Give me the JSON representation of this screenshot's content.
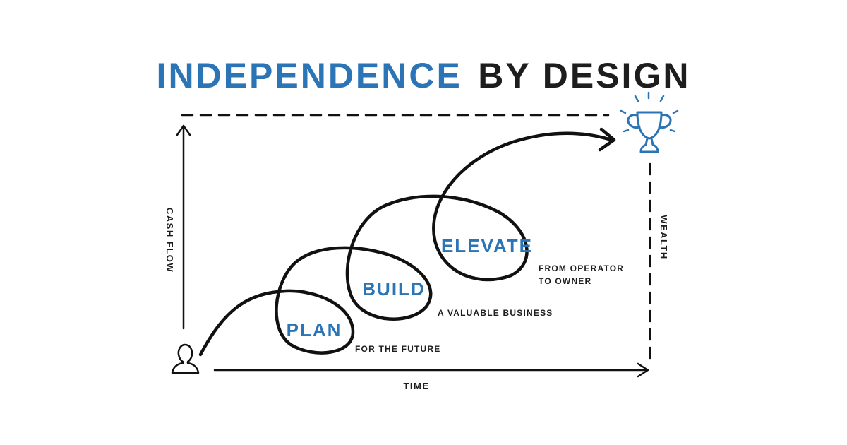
{
  "title": {
    "part1": "INDEPENDENCE",
    "part2": "BY DESIGN"
  },
  "axes": {
    "y_left": "CASH FLOW",
    "x_bottom": "TIME",
    "y_right": "WEALTH"
  },
  "stages": [
    {
      "label": "PLAN",
      "caption_lines": [
        "FOR THE FUTURE"
      ]
    },
    {
      "label": "BUILD",
      "caption_lines": [
        "A VALUABLE BUSINESS"
      ]
    },
    {
      "label": "ELEVATE",
      "caption_lines": [
        "FROM OPERATOR",
        "TO OWNER"
      ]
    }
  ],
  "icons": {
    "start": "person-icon",
    "goal": "trophy-icon"
  },
  "colors": {
    "accent": "#2b74b5",
    "ink": "#111111"
  }
}
